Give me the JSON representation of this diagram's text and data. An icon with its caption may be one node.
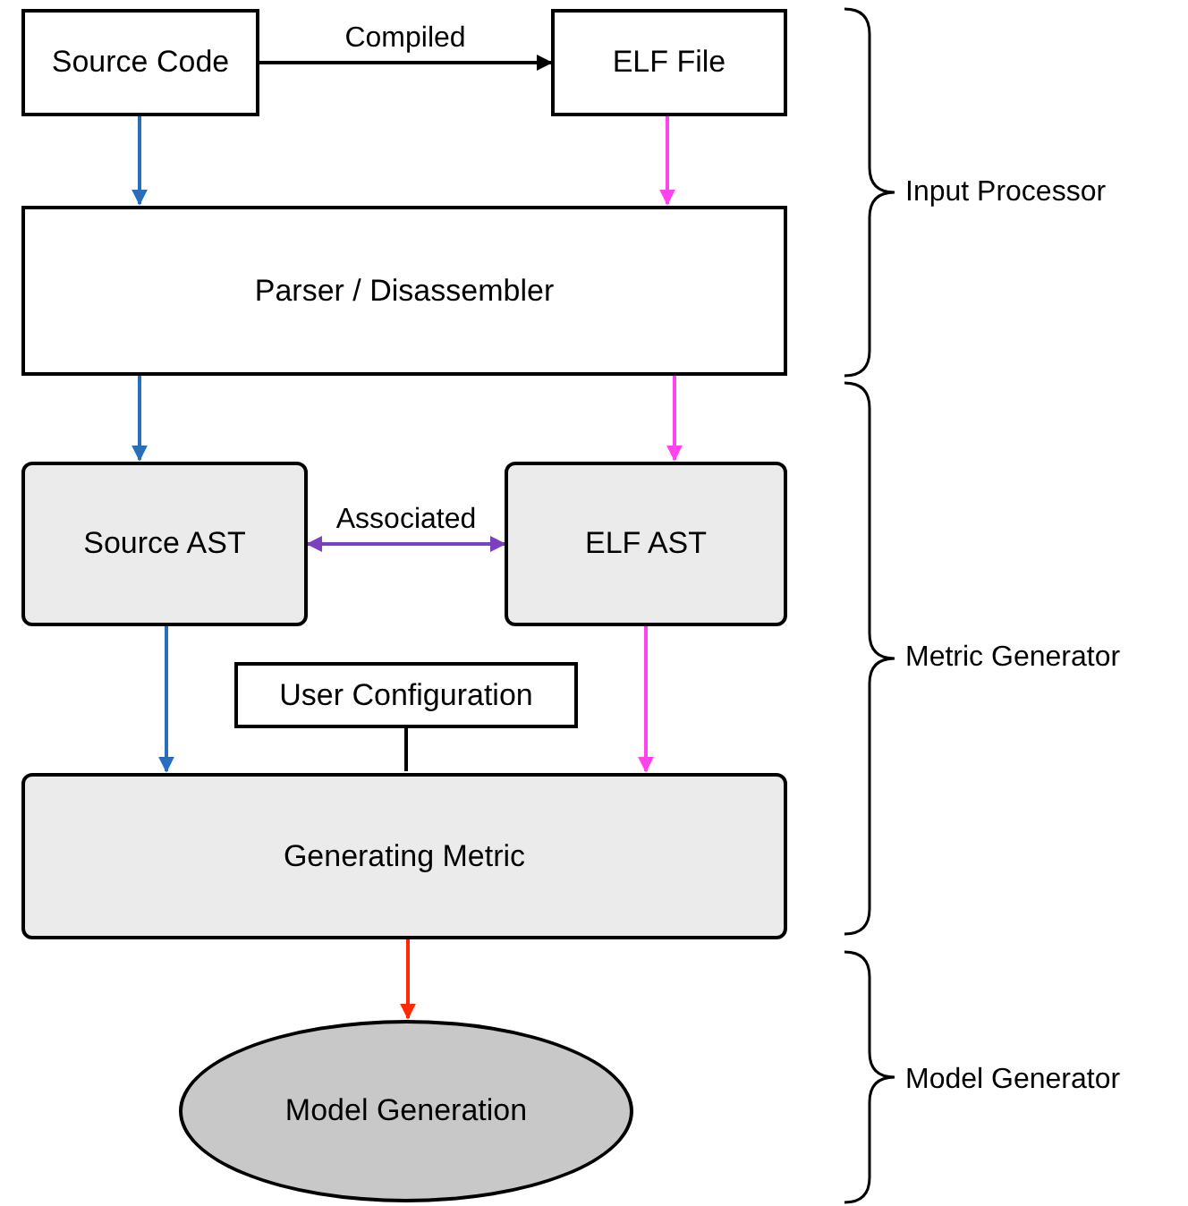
{
  "diagram": {
    "nodes": [
      {
        "text": [
          "Source Code"
        ]
      },
      {
        "text": [
          "ELF File"
        ]
      },
      {
        "text": [
          "Parser / Disassembler"
        ]
      },
      {
        "text": [
          "Source AST"
        ]
      },
      {
        "text": [
          "ELF AST"
        ]
      },
      {
        "text": [
          "User Configuration"
        ]
      },
      {
        "text": [
          "Generating Metric"
        ]
      },
      {
        "text": [
          "Model Generation"
        ]
      }
    ],
    "edges": [
      {
        "from": 0,
        "to": 1,
        "arrow": "to",
        "label": "Compiled",
        "color": "#000000"
      },
      {
        "from": 0,
        "to": 2,
        "arrow": "to",
        "color": "#2a6ebb"
      },
      {
        "from": 1,
        "to": 2,
        "arrow": "to",
        "color": "#ff44ee"
      },
      {
        "from": 2,
        "to": 3,
        "arrow": "to",
        "color": "#2a6ebb"
      },
      {
        "from": 2,
        "to": 4,
        "arrow": "to",
        "color": "#ff44ee"
      },
      {
        "from": 3,
        "to": 4,
        "arrow": "both",
        "label": "Associated",
        "color": "#7b3fbf"
      },
      {
        "from": 3,
        "to": 6,
        "arrow": "to",
        "color": "#2a6ebb"
      },
      {
        "from": 4,
        "to": 6,
        "arrow": "to",
        "color": "#ff44ee"
      },
      {
        "from": 5,
        "to": 6,
        "arrow": "none",
        "color": "#000000"
      },
      {
        "from": 6,
        "to": 7,
        "arrow": "to",
        "color": "#ff2a00"
      }
    ],
    "labels": [
      "Input Processor",
      "Metric Generator",
      "Model Generator"
    ]
  }
}
